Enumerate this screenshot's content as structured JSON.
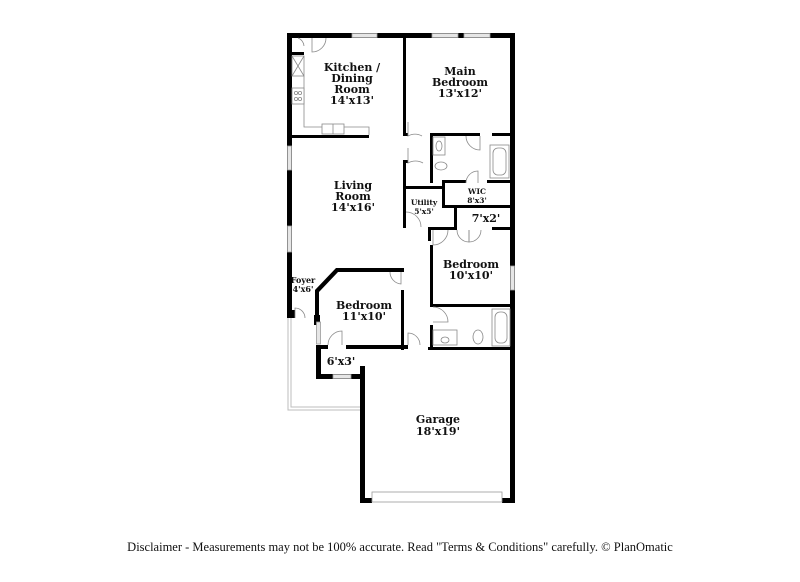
{
  "floorplan": {
    "rooms": [
      {
        "id": "kitchen",
        "name_lines": [
          "Kitchen /",
          "Dining",
          "Room"
        ],
        "size": "14'x13'"
      },
      {
        "id": "main_bedroom",
        "name_lines": [
          "Main",
          "Bedroom"
        ],
        "size": "13'x12'"
      },
      {
        "id": "living_room",
        "name_lines": [
          "Living",
          "Room"
        ],
        "size": "14'x16'"
      },
      {
        "id": "utility",
        "name_lines": [
          "Utility"
        ],
        "size": "5'x5'"
      },
      {
        "id": "wic",
        "name_lines": [
          "WIC"
        ],
        "size": "8'x3'"
      },
      {
        "id": "closet_hall",
        "name_lines": [],
        "size": "7'x2'"
      },
      {
        "id": "bedroom_2",
        "name_lines": [
          "Bedroom"
        ],
        "size": "10'x10'"
      },
      {
        "id": "foyer",
        "name_lines": [
          "Foyer"
        ],
        "size": "4'x6'"
      },
      {
        "id": "bedroom_3",
        "name_lines": [
          "Bedroom"
        ],
        "size": "11'x10'"
      },
      {
        "id": "closet_small",
        "name_lines": [],
        "size": "6'x3'"
      },
      {
        "id": "garage",
        "name_lines": [
          "Garage"
        ],
        "size": "18'x19'"
      }
    ],
    "colors": {
      "wall": "#000000",
      "window": "#e6e6e6",
      "fixture_stroke": "#8a8a8a",
      "background": "#ffffff"
    }
  },
  "footer": {
    "disclaimer": "Disclaimer - Measurements may not be 100% accurate. Read \"Terms & Conditions\" carefully. © PlanOmatic"
  }
}
